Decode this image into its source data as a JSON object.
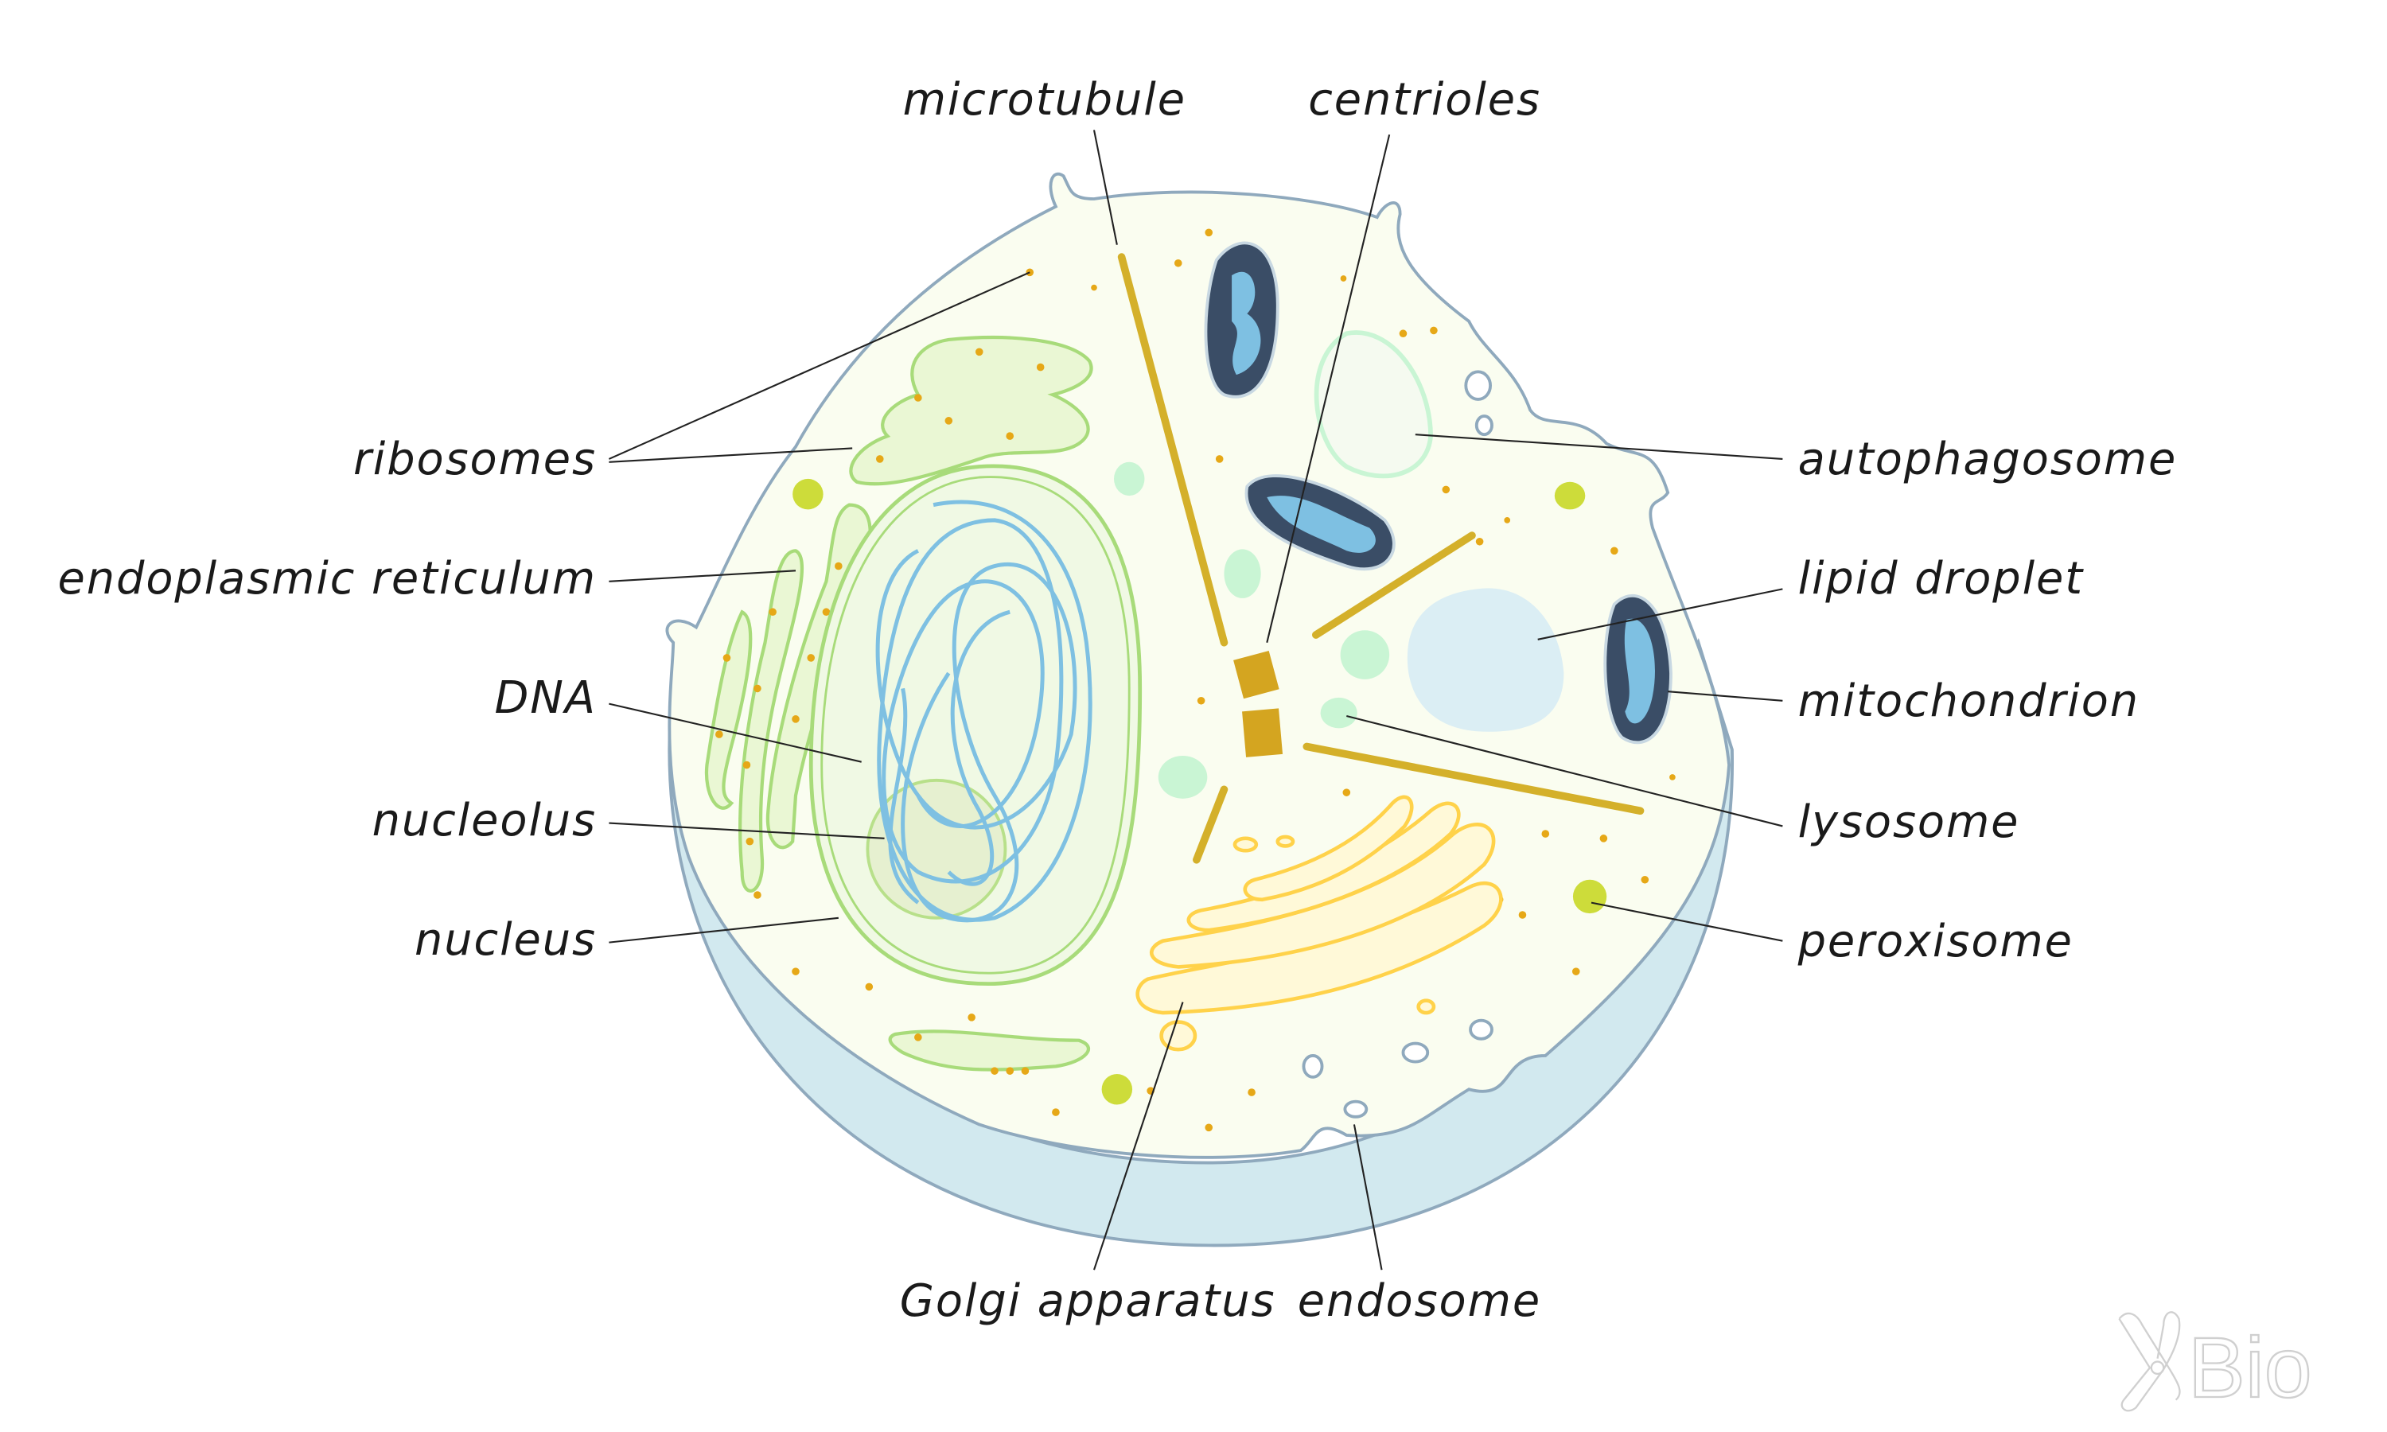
{
  "labels": {
    "microtubule": "microtubule",
    "centrioles": "centrioles",
    "ribosomes": "ribosomes",
    "endoplasmic_reticulum": "endoplasmic reticulum",
    "dna": "DNA",
    "nucleolus": "nucleolus",
    "nucleus": "nucleus",
    "autophagosome": "autophagosome",
    "lipid_droplet": "lipid droplet",
    "mitochondrion": "mitochondrion",
    "lysosome": "lysosome",
    "peroxisome": "peroxisome",
    "golgi_apparatus": "Golgi apparatus",
    "endosome": "endosome"
  },
  "logo": {
    "text": "XBio"
  },
  "colors": {
    "cytoplasm": "#fafdf0",
    "membrane": "#8fa9bd",
    "shadow": "#d2e9ef",
    "er": "#eaf7d4",
    "ribosome": "#e6a817",
    "mitochondrion": "#3a4d66",
    "golgi": "#ffd24a",
    "dna": "#7ec0e2"
  }
}
